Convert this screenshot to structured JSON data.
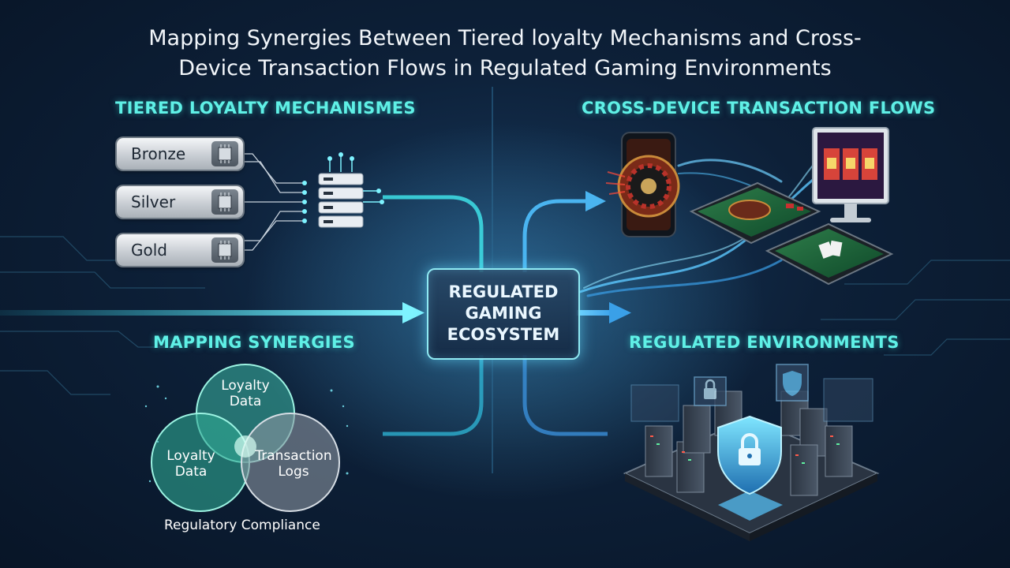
{
  "title": {
    "line1": "Mapping Synergies Between Tiered loyalty Mechanisms and Cross-",
    "line2": "Device Transaction Flows in Regulated Gaming Environments"
  },
  "sections": {
    "tiered": "TIERED LOYALTY MECHANISMES",
    "cross": "CROSS-DEVICE TRANSACTION FLOWS",
    "mapping": "MAPPING SYNERGIES",
    "regulated": "REGULATED ENVIRONMENTS"
  },
  "tiers": [
    "Bronze",
    "Silver",
    "Gold"
  ],
  "center": {
    "line1": "REGULATED",
    "line2": "GAMING",
    "line3": "ECOSYSTEM"
  },
  "venn": {
    "top": {
      "line1": "Loyalty",
      "line2": "Data"
    },
    "left": {
      "line1": "Loyalty",
      "line2": "Data"
    },
    "right": {
      "line1": "Transaction",
      "line2": "Logs"
    },
    "caption": "Regulatory Compliance"
  },
  "colors": {
    "accent": "#5ff0e6",
    "flow": "#6fd0ff",
    "background": "#0d2038",
    "venn_teal": "#3fc7b0",
    "venn_gray": "#8a94a0"
  },
  "icons": [
    "chip-icon",
    "server-rack-icon",
    "smartphone-icon",
    "tablet-icon",
    "monitor-icon",
    "shield-lock-icon",
    "padlock-icon"
  ]
}
